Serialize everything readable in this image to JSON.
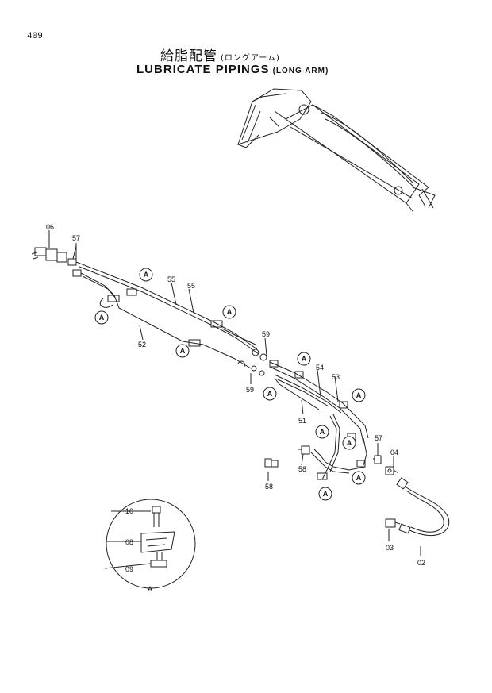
{
  "page": {
    "number": "409",
    "title_jp": "給脂配管",
    "title_jp_suffix": "(ロングアーム)",
    "title_en": "LUBRICATE PIPINGS",
    "title_en_suffix": "(LONG ARM)"
  },
  "callouts": {
    "p06": "06",
    "p57a": "57",
    "p55a": "55",
    "p55b": "55",
    "p52": "52",
    "p59a": "59",
    "p59b": "59",
    "p54": "54",
    "p53": "53",
    "p51": "51",
    "p57b": "57",
    "p04": "04",
    "p58a": "58",
    "p58b": "58",
    "p03": "03",
    "p02": "02",
    "p10": "10",
    "p08": "08",
    "p09": "09"
  },
  "detail_marker": "A",
  "detail_caption": "A"
}
